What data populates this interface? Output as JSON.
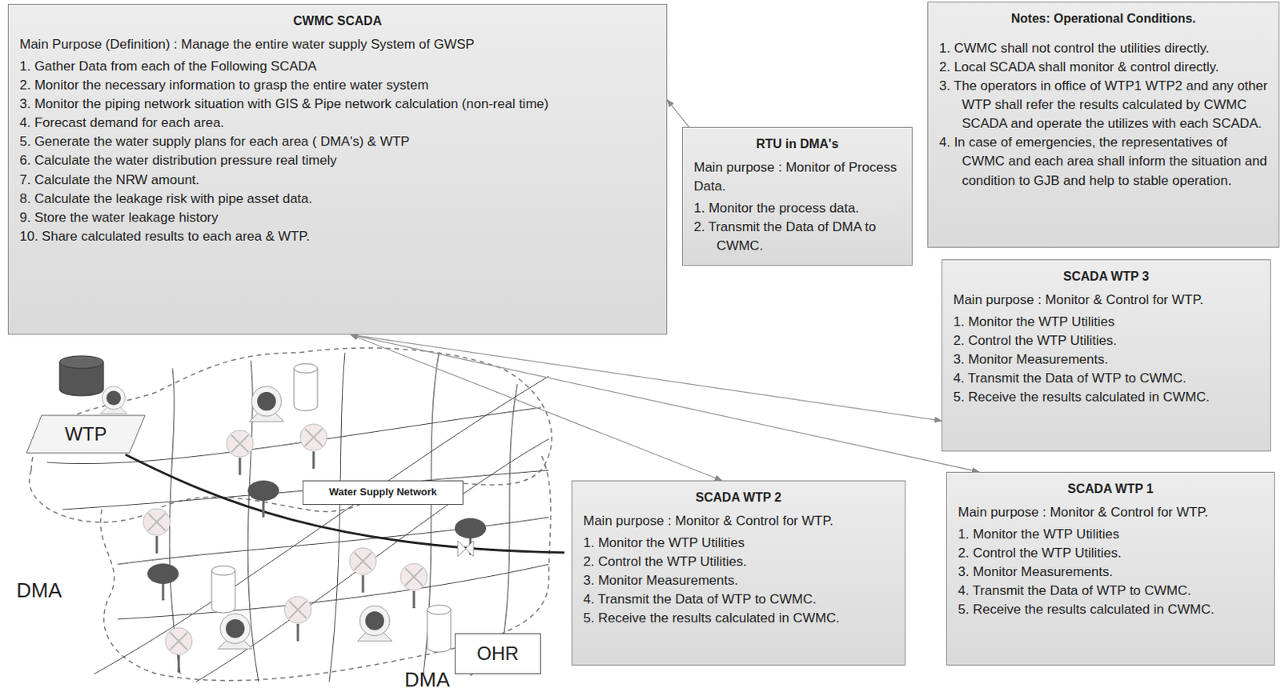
{
  "diagram": {
    "nodes": [
      {
        "text": [
          "CWMC SCADA",
          "Main Purpose (Definition) : Manage the entire water supply System of GWSP",
          "1. Gather Data from each of the Following SCADA",
          "2. Monitor the necessary information to grasp the entire water system",
          "3. Monitor the piping network situation with GIS & Pipe network calculation (non-real time)",
          "4. Forecast demand for each area.",
          "5. Generate the water supply plans for each area ( DMA's) & WTP",
          "6. Calculate the water distribution pressure real timely",
          "7. Calculate the NRW amount.",
          "8. Calculate the leakage risk with pipe asset data.",
          "9. Store the water leakage history",
          "10. Share calculated results to each area & WTP."
        ]
      },
      {
        "text": [
          "RTU in DMA's",
          "Main purpose : Monitor of Process Data.",
          "1. Monitor the process data.",
          "2. Transmit the Data of DMA to CWMC."
        ]
      },
      {
        "text": [
          "Notes: Operational Conditions.",
          "1. CWMC shall not control the utilities directly.",
          "2. Local SCADA shall monitor & control directly.",
          "3. The operators in office of WTP1 WTP2 and any other WTP shall refer the results calculated by CWMC SCADA and operate the utilizes with each SCADA.",
          "4. In case of emergencies, the representatives of CWMC and each area shall inform the situation and condition to GJB and help to stable operation."
        ]
      },
      {
        "text": [
          "SCADA WTP 3",
          "Main purpose : Monitor & Control for WTP.",
          "1. Monitor the WTP Utilities",
          "2. Control the WTP Utilities.",
          "3. Monitor Measurements.",
          "4. Transmit the Data of WTP to CWMC.",
          "5. Receive the results calculated in CWMC."
        ]
      },
      {
        "text": [
          "WTP"
        ]
      },
      {
        "text": [
          "Water Supply Network"
        ]
      },
      {
        "text": [
          "SCADA WTP 2",
          "Main purpose : Monitor & Control for WTP.",
          "1. Monitor the WTP Utilities",
          "2. Control the WTP Utilities.",
          "3. Monitor Measurements.",
          "4. Transmit the Data of WTP to CWMC.",
          "5. Receive the results calculated in CWMC."
        ]
      },
      {
        "text": [
          "SCADA WTP 1",
          "Main purpose : Monitor & Control for WTP.",
          "1. Monitor the WTP Utilities",
          "2. Control the WTP Utilities.",
          "3. Monitor Measurements.",
          "4. Transmit the Data of WTP to CWMC.",
          "5. Receive the results calculated in CWMC."
        ]
      },
      {
        "text": [
          "OHR"
        ]
      }
    ],
    "edges": [
      {
        "from": 1,
        "to": 0,
        "arrow": "to"
      },
      {
        "from": 0,
        "to": 3,
        "arrow": "both"
      },
      {
        "from": 0,
        "to": 6,
        "arrow": "both"
      },
      {
        "from": 0,
        "to": 7,
        "arrow": "both"
      }
    ],
    "labels": [
      "DMA",
      "DMA"
    ]
  }
}
